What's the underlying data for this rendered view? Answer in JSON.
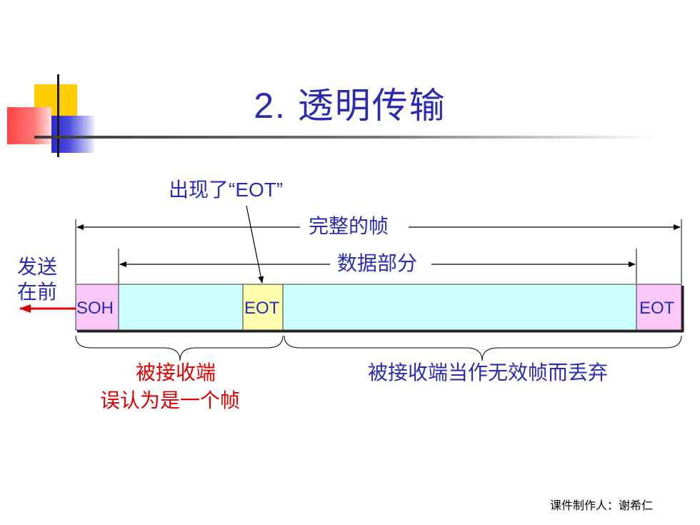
{
  "slide": {
    "title": "2. 透明传输",
    "footer": "课件制作人：谢希仁"
  },
  "diagram": {
    "annotation_eot": "出现了“EOT”",
    "full_frame_label": "完整的帧",
    "data_part_label": "数据部分",
    "send_first_line1": "发送",
    "send_first_line2": "在前",
    "segments": {
      "soh": "SOH",
      "eot_middle": "EOT",
      "eot_end": "EOT"
    },
    "left_brace_line1": "被接收端",
    "left_brace_line2": "误认为是一个帧",
    "right_brace_label": "被接收端当作无效帧而丢弃"
  },
  "colors": {
    "title_blue": "#2b2bb2",
    "red": "#e00000",
    "soh_fill": "#f9c8f9",
    "eot_mid_fill": "#fcfcaa",
    "data_fill": "#ccffff"
  }
}
